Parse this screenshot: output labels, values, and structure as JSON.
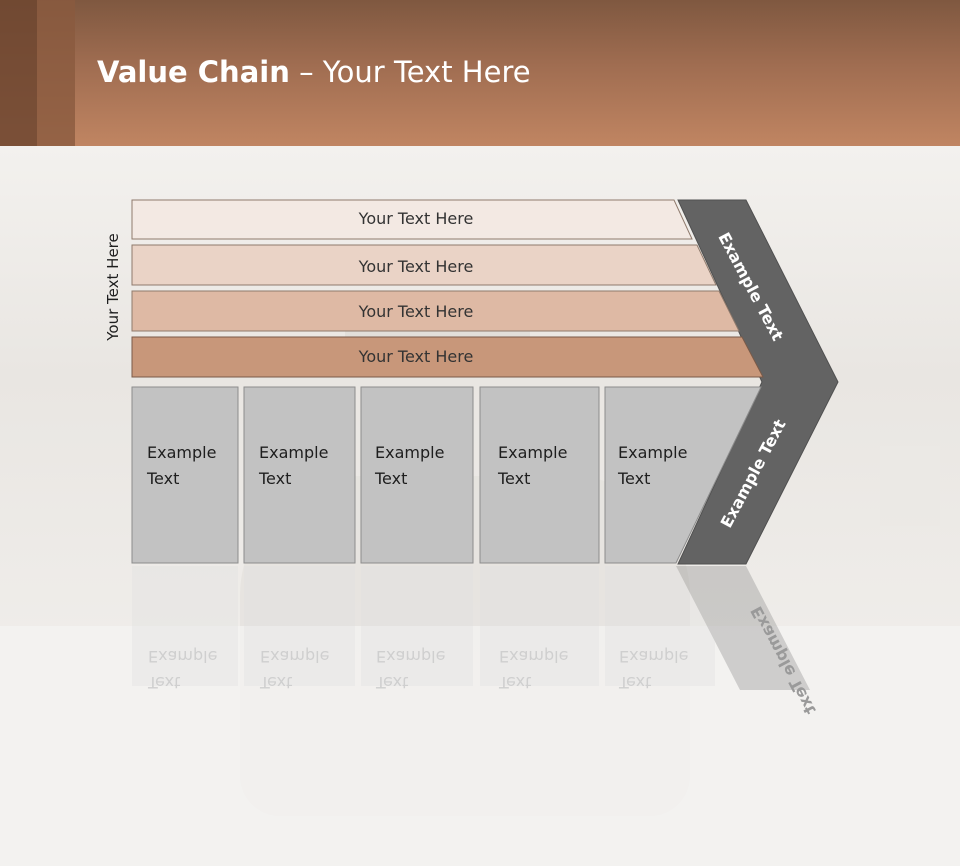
{
  "header": {
    "title_bold": "Value Chain",
    "title_rest": " – Your Text Here"
  },
  "side_label": "Your Text Here",
  "rows": [
    {
      "label": "Your Text Here",
      "color": "#f3e9e3"
    },
    {
      "label": "Your Text Here",
      "color": "#ead3c6"
    },
    {
      "label": "Your Text Here",
      "color": "#deb9a4"
    },
    {
      "label": "Your Text Here",
      "color": "#c8977a"
    }
  ],
  "boxes": [
    {
      "line1": "Example",
      "line2": "Text"
    },
    {
      "line1": "Example",
      "line2": "Text"
    },
    {
      "line1": "Example",
      "line2": "Text"
    },
    {
      "line1": "Example",
      "line2": "Text"
    },
    {
      "line1": "Example",
      "line2": "Text"
    }
  ],
  "chevron": {
    "upper_label": "Example Text",
    "lower_label": "Example Text",
    "color": "#636363"
  },
  "colors": {
    "box": "#c2c2c2",
    "box_border": "#8c8c8c"
  }
}
